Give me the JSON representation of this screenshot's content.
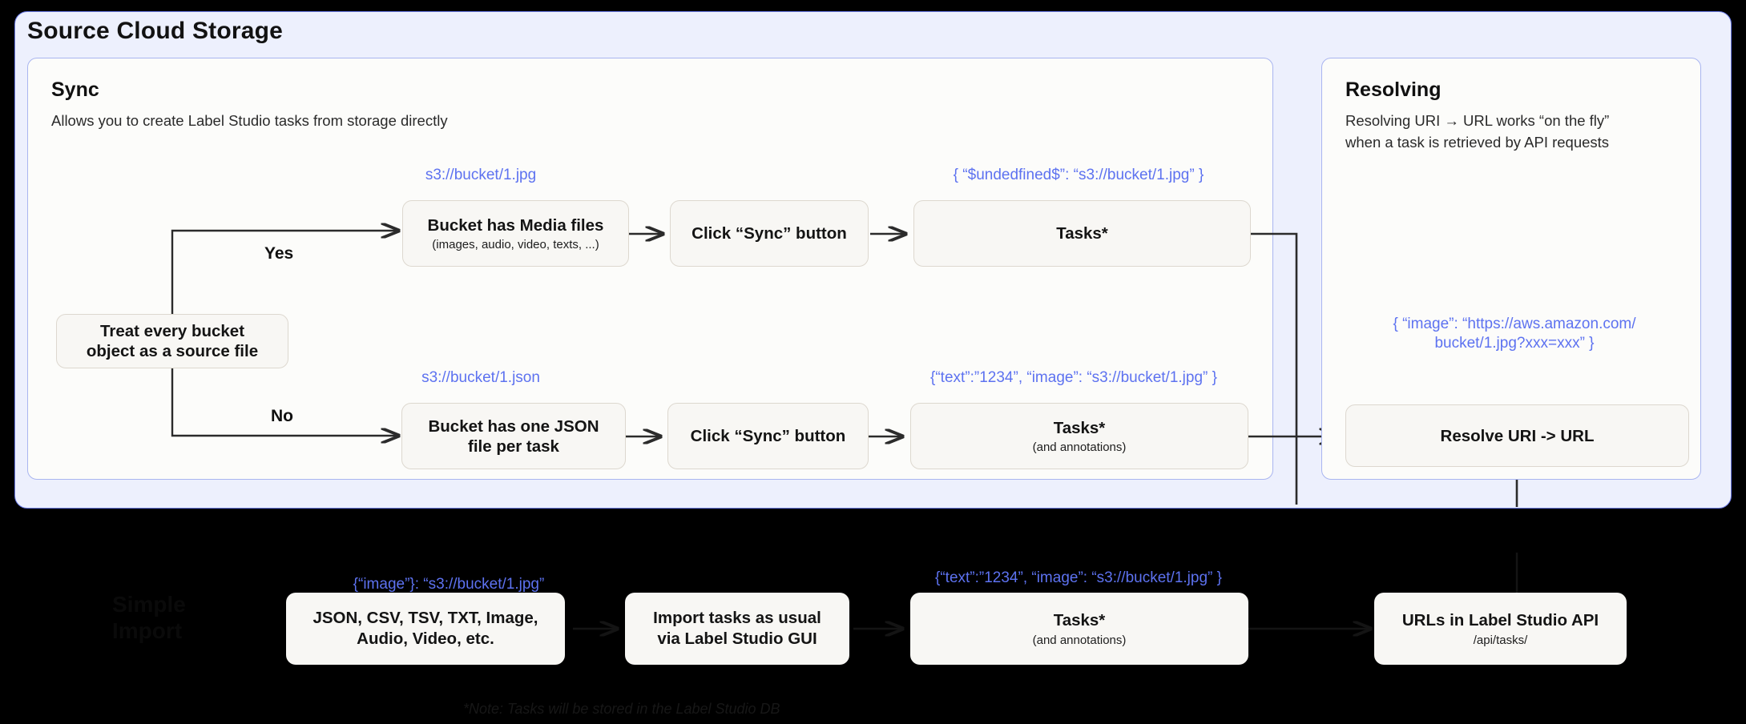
{
  "outer": {
    "title": "Source Cloud Storage",
    "bg_color": "#EDF0FD",
    "border_color": "#6B7BE8"
  },
  "sync_panel": {
    "heading": "Sync",
    "subtitle": "Allows you to create Label Studio tasks from storage directly",
    "decision": {
      "label": "Treat every bucket\nobject as a source file"
    },
    "branches": [
      {
        "edge_label": "Yes"
      },
      {
        "edge_label": "No"
      }
    ],
    "yes_row": {
      "caption_source": "s3://bucket/1.jpg",
      "node_bucket_title": "Bucket has Media files",
      "node_bucket_sub": "(images, audio, video, texts, ...)",
      "node_sync_title": "Click “Sync” button",
      "caption_tasks": "{ “$undedfined$”: “s3://bucket/1.jpg” }",
      "node_tasks_title": "Tasks*"
    },
    "no_row": {
      "caption_source": "s3://bucket/1.json",
      "node_bucket_title": "Bucket has one JSON\nfile per task",
      "node_sync_title": "Click “Sync” button",
      "caption_tasks": "{“text”:”1234”,  “image”: “s3://bucket/1.jpg” }",
      "node_tasks_title": "Tasks*",
      "node_tasks_sub": "(and annotations)"
    }
  },
  "resolve_panel": {
    "heading": "Resolving",
    "subtitle": "Resolving URI → URL works “on the fly”\nwhen a task is retrieved by API requests",
    "caption_resolved": "{ “image”: “https://aws.amazon.com/\nbucket/1.jpg?xxx=xxx” }",
    "node_resolve_title": "Resolve URI -> URL"
  },
  "bottom": {
    "section_label": "Simple\nImport",
    "caption_formats": "{“image”}: “s3://bucket/1.jpg”",
    "node_formats_title": "JSON, CSV, TSV, TXT, Image,\nAudio, Video, etc.",
    "node_import_title": "Import tasks as usual\nvia Label Studio GUI",
    "caption_tasks": "{“text”:”1234”,  “image”: “s3://bucket/1.jpg” }",
    "node_tasks_title": "Tasks*",
    "node_tasks_sub": "(and annotations)",
    "node_api_title": "URLs in Label Studio API",
    "node_api_sub": "/api/tasks/",
    "note": "*Note: Tasks will be stored in the Label Studio DB"
  },
  "colors": {
    "caption_blue": "#5D72F0",
    "node_bg": "#F8F7F4",
    "node_border": "#DDD8CF",
    "wire": "#2B2B2B",
    "dark_bg": "#000000"
  }
}
